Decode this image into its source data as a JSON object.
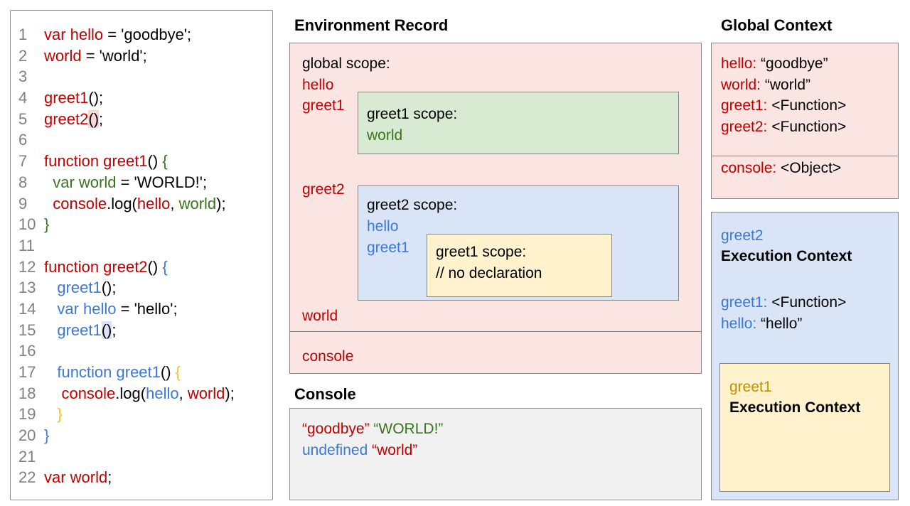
{
  "colors": {
    "code_red": "#c00000",
    "code_green": "#38761d",
    "code_blue": "#3c78d8",
    "code_gold": "#f1c232",
    "pink_bg": "#fbe5e3",
    "green_bg": "#d9ead3",
    "blue_bg": "#d9e4f6",
    "yellow_bg": "#fff2cc",
    "console_bg": "#f1f1f1",
    "highlight_pink": "#f7d8d5",
    "highlight_blue": "#d9e4f8"
  },
  "code_panel": {
    "lines": [
      {
        "n": "1",
        "tokens": [
          {
            "t": "var hello",
            "c": "red"
          },
          {
            "t": " = 'goodbye';",
            "c": "k"
          }
        ]
      },
      {
        "n": "2",
        "tokens": [
          {
            "t": "world",
            "c": "red"
          },
          {
            "t": " = 'world';",
            "c": "k"
          }
        ]
      },
      {
        "n": "3",
        "tokens": []
      },
      {
        "n": "4",
        "tokens": [
          {
            "t": "greet1",
            "c": "red"
          },
          {
            "t": "();",
            "c": "k"
          }
        ]
      },
      {
        "n": "5",
        "tokens": [
          {
            "t": "greet2",
            "c": "red"
          },
          {
            "t": "()",
            "c": "k",
            "h": "pink"
          },
          {
            "t": ";",
            "c": "k"
          }
        ]
      },
      {
        "n": "6",
        "tokens": []
      },
      {
        "n": "7",
        "tokens": [
          {
            "t": "function greet1",
            "c": "red"
          },
          {
            "t": "() ",
            "c": "k"
          },
          {
            "t": "{",
            "c": "green"
          }
        ]
      },
      {
        "n": "8",
        "tokens": [
          {
            "t": "  ",
            "c": "k"
          },
          {
            "t": "var world",
            "c": "green"
          },
          {
            "t": " = 'WORLD!';",
            "c": "k"
          }
        ]
      },
      {
        "n": "9",
        "tokens": [
          {
            "t": "  ",
            "c": "k"
          },
          {
            "t": "console",
            "c": "red"
          },
          {
            "t": ".log(",
            "c": "k"
          },
          {
            "t": "hello",
            "c": "red"
          },
          {
            "t": ", ",
            "c": "k"
          },
          {
            "t": "world",
            "c": "green"
          },
          {
            "t": ");",
            "c": "k"
          }
        ]
      },
      {
        "n": "10",
        "tokens": [
          {
            "t": "}",
            "c": "green"
          }
        ]
      },
      {
        "n": "11",
        "tokens": []
      },
      {
        "n": "12",
        "tokens": [
          {
            "t": "function greet2",
            "c": "red"
          },
          {
            "t": "() ",
            "c": "k"
          },
          {
            "t": "{",
            "c": "blue"
          }
        ]
      },
      {
        "n": "13",
        "tokens": [
          {
            "t": "   ",
            "c": "k"
          },
          {
            "t": "greet1",
            "c": "blue"
          },
          {
            "t": "();",
            "c": "k"
          }
        ]
      },
      {
        "n": "14",
        "tokens": [
          {
            "t": "   ",
            "c": "k"
          },
          {
            "t": "var hello",
            "c": "blue"
          },
          {
            "t": " = 'hello';",
            "c": "k"
          }
        ]
      },
      {
        "n": "15",
        "tokens": [
          {
            "t": "   ",
            "c": "k"
          },
          {
            "t": "greet1",
            "c": "blue"
          },
          {
            "t": "()",
            "c": "k",
            "h": "blue"
          },
          {
            "t": ";",
            "c": "k"
          }
        ]
      },
      {
        "n": "16",
        "tokens": []
      },
      {
        "n": "17",
        "tokens": [
          {
            "t": "   ",
            "c": "k"
          },
          {
            "t": "function greet1",
            "c": "blue"
          },
          {
            "t": "() ",
            "c": "k"
          },
          {
            "t": "{",
            "c": "gold"
          }
        ]
      },
      {
        "n": "18",
        "tokens": [
          {
            "t": "    ",
            "c": "k"
          },
          {
            "t": "console",
            "c": "red"
          },
          {
            "t": ".log(",
            "c": "k"
          },
          {
            "t": "hello",
            "c": "blue"
          },
          {
            "t": ", ",
            "c": "k"
          },
          {
            "t": "world",
            "c": "red"
          },
          {
            "t": ");",
            "c": "k"
          }
        ]
      },
      {
        "n": "19",
        "tokens": [
          {
            "t": "   ",
            "c": "k"
          },
          {
            "t": "}",
            "c": "gold"
          }
        ]
      },
      {
        "n": "20",
        "tokens": [
          {
            "t": "}",
            "c": "blue"
          }
        ]
      },
      {
        "n": "21",
        "tokens": []
      },
      {
        "n": "22",
        "tokens": [
          {
            "t": "var world",
            "c": "red"
          },
          {
            "t": ";",
            "c": "k"
          }
        ]
      }
    ]
  },
  "environment_record": {
    "title": "Environment Record",
    "global_scope": {
      "label": "global scope:",
      "members_top": [
        "hello",
        "greet1"
      ],
      "member_greet2": "greet2",
      "member_world": "world",
      "console_member": "console"
    },
    "greet1_scope": {
      "label": "greet1 scope:",
      "member": "world"
    },
    "greet2_scope": {
      "label": "greet2 scope:",
      "members": [
        "hello",
        "greet1"
      ],
      "inner_greet1_scope": {
        "label": "greet1 scope:",
        "comment": "// no declaration"
      }
    }
  },
  "console_panel": {
    "title": "Console",
    "lines": [
      [
        {
          "t": "“goodbye”",
          "c": "red"
        },
        {
          "t": " ",
          "c": "k"
        },
        {
          "t": "“WORLD!”",
          "c": "green"
        }
      ],
      [
        {
          "t": "undefined",
          "c": "blue"
        },
        {
          "t": " ",
          "c": "k"
        },
        {
          "t": "“world”",
          "c": "red"
        }
      ]
    ]
  },
  "global_context": {
    "title": "Global Context",
    "entries": [
      {
        "key": "hello:",
        "value": "“goodbye”"
      },
      {
        "key": "world:",
        "value": "“world”"
      },
      {
        "key": "greet1:",
        "value": "<Function>"
      },
      {
        "key": "greet2:",
        "value": "<Function>"
      }
    ],
    "console_entries": [
      {
        "key": "console:",
        "value": "<Object>"
      }
    ]
  },
  "greet2_execution_context": {
    "name": "greet2",
    "title": "Execution Context",
    "entries": [
      {
        "key": "greet1:",
        "value": "<Function>"
      },
      {
        "key": "hello:",
        "value": "“hello”"
      }
    ],
    "greet1_execution_context": {
      "name": "greet1",
      "title": "Execution Context"
    }
  }
}
